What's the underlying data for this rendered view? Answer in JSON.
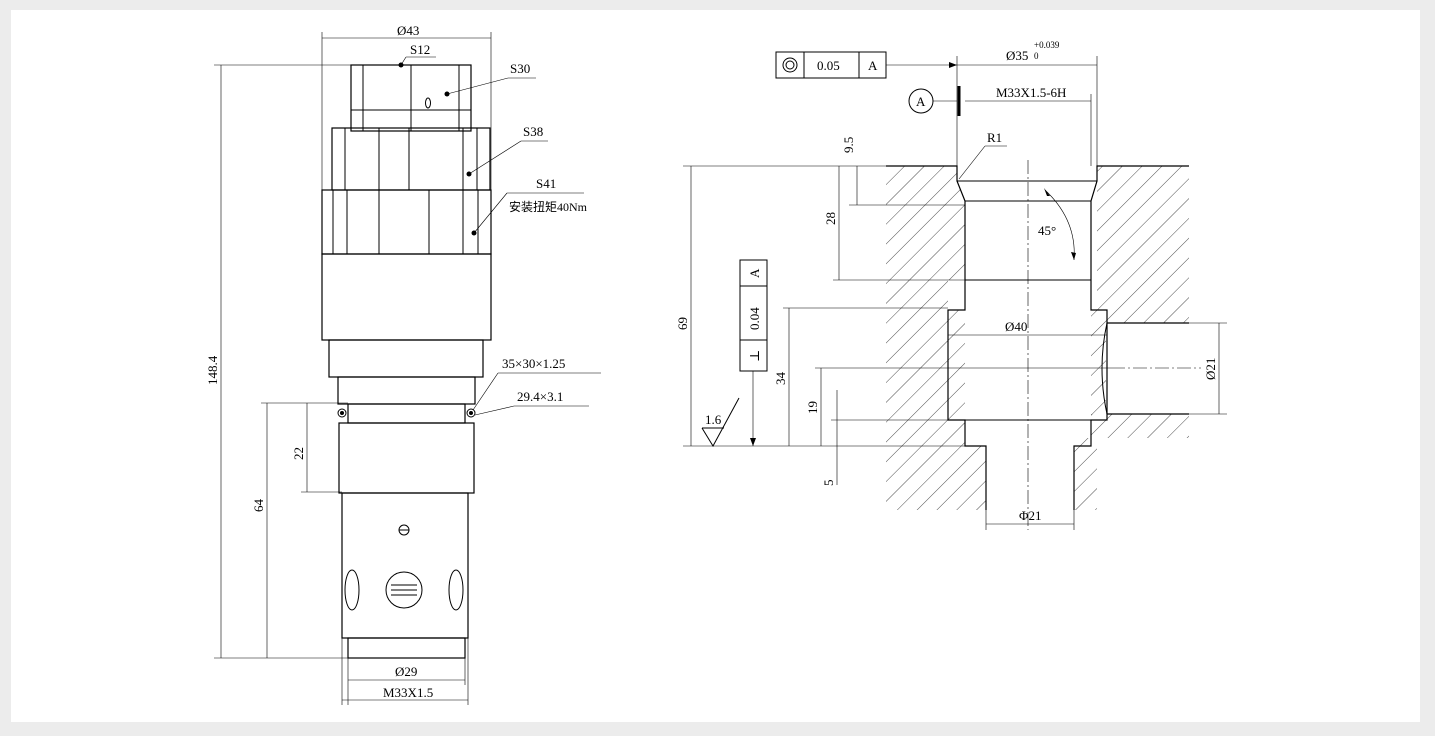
{
  "left_view": {
    "labels": {
      "dia_top": "Ø43",
      "hex_s12": "S12",
      "hex_s30": "S30",
      "hex_s38": "S38",
      "hex_s41": "S41",
      "torque": "安装扭矩40Nm",
      "oring1": "35×30×1.25",
      "oring2": "29.4×3.1",
      "len_total": "148.4",
      "len_64": "64",
      "len_22": "22",
      "dia_29": "Ø29",
      "thread": "M33X1.5"
    }
  },
  "right_view": {
    "labels": {
      "concentricity_tol": "0.05",
      "datum_ref": "A",
      "bore_dia": "Ø35",
      "tol_upper": "+0.039",
      "tol_lower": "0",
      "datum_label": "A",
      "thread": "M33X1.5-6H",
      "radius": "R1",
      "angle": "45°",
      "depth_9_5": "9.5",
      "depth_28": "28",
      "depth_69": "69",
      "depth_34": "34",
      "depth_19": "19",
      "depth_5": "5",
      "dia_40": "Ø40",
      "dia_21_side": "Ø21",
      "dia_21_bottom": "Φ21",
      "perp_symbol": "⊥",
      "perp_tol": "0.04",
      "perp_datum": "A",
      "roughness": "1.6"
    }
  }
}
